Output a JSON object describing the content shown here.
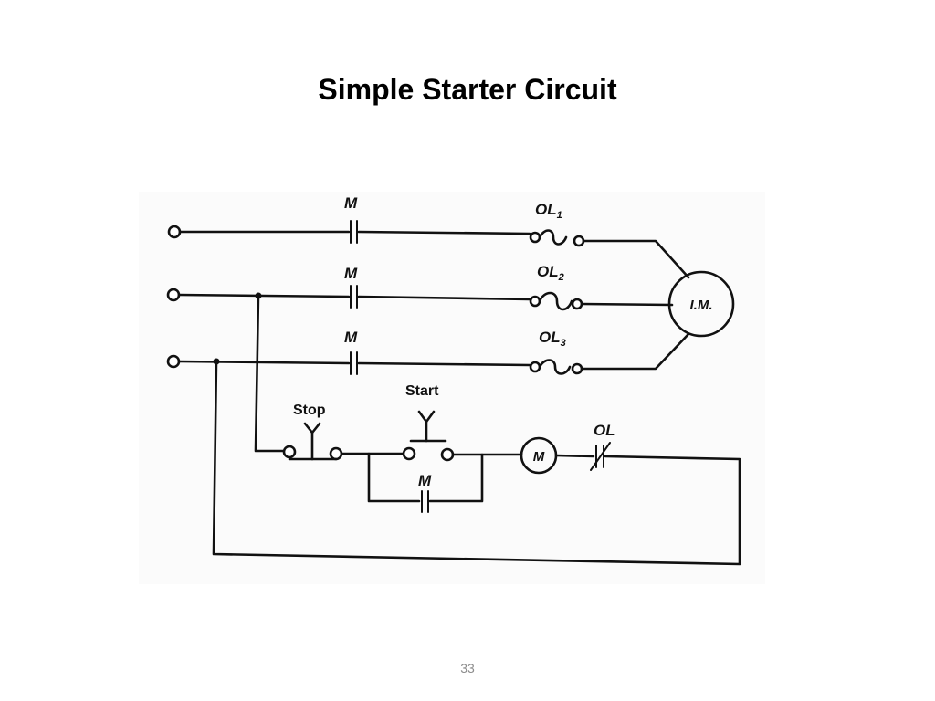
{
  "slide": {
    "title": "Simple Starter Circuit",
    "page_number": "33"
  },
  "diagram": {
    "labels": {
      "contact_m1": "M",
      "contact_m2": "M",
      "contact_m3": "M",
      "overload_1_letters": "OL",
      "overload_1_sub": "1",
      "overload_2_letters": "OL",
      "overload_2_sub": "2",
      "overload_3_letters": "OL",
      "overload_3_sub": "3",
      "motor": "I.M.",
      "stop_button": "Stop",
      "start_button": "Start",
      "holding_contact": "M",
      "coil": "M",
      "overload_contact": "OL"
    }
  }
}
